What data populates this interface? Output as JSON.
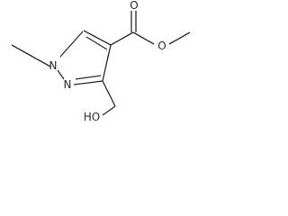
{
  "molecule": {
    "atoms": {
      "n1": "N",
      "n2": "N",
      "o_carbonyl": "O",
      "o_ester": "O",
      "oh": "HO"
    }
  }
}
